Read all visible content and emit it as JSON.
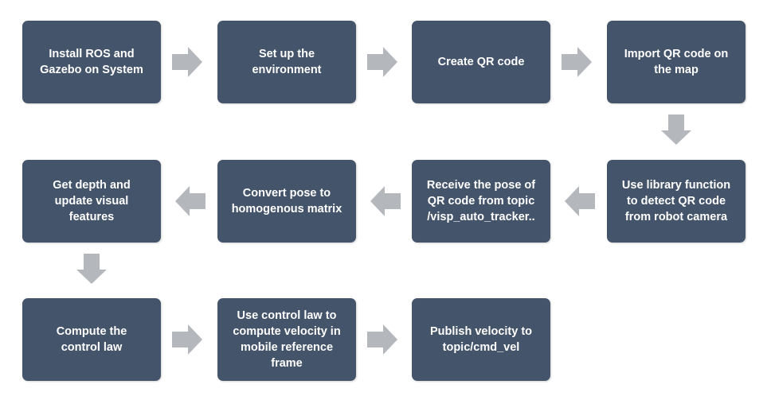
{
  "steps": [
    {
      "id": "s1",
      "label": "Install ROS and\nGazebo on System"
    },
    {
      "id": "s2",
      "label": "Set up the\nenvironment"
    },
    {
      "id": "s3",
      "label": "Create QR code"
    },
    {
      "id": "s4",
      "label": "Import QR code on\nthe map"
    },
    {
      "id": "s5",
      "label": "Use library function\nto detect QR code\nfrom robot camera"
    },
    {
      "id": "s6",
      "label": "Receive the pose of\nQR code from topic\n/visp_auto_tracker.."
    },
    {
      "id": "s7",
      "label": "Convert pose to\nhomogenous matrix"
    },
    {
      "id": "s8",
      "label": "Get depth and\nupdate visual\nfeatures"
    },
    {
      "id": "s9",
      "label": "Compute the\ncontrol law"
    },
    {
      "id": "s10",
      "label": "Use control law to\ncompute velocity in\nmobile reference\nframe"
    },
    {
      "id": "s11",
      "label": "Publish velocity to\ntopic/cmd_vel"
    }
  ],
  "connections": [
    {
      "from": "s1",
      "to": "s2",
      "direction": "right"
    },
    {
      "from": "s2",
      "to": "s3",
      "direction": "right"
    },
    {
      "from": "s3",
      "to": "s4",
      "direction": "right"
    },
    {
      "from": "s4",
      "to": "s5",
      "direction": "down"
    },
    {
      "from": "s5",
      "to": "s6",
      "direction": "left"
    },
    {
      "from": "s6",
      "to": "s7",
      "direction": "left"
    },
    {
      "from": "s7",
      "to": "s8",
      "direction": "left"
    },
    {
      "from": "s8",
      "to": "s9",
      "direction": "down"
    },
    {
      "from": "s9",
      "to": "s10",
      "direction": "right"
    },
    {
      "from": "s10",
      "to": "s11",
      "direction": "right"
    }
  ],
  "colors": {
    "box_fill": "#44546a",
    "box_text": "#ffffff",
    "arrow_fill": "#b4b7bc"
  }
}
